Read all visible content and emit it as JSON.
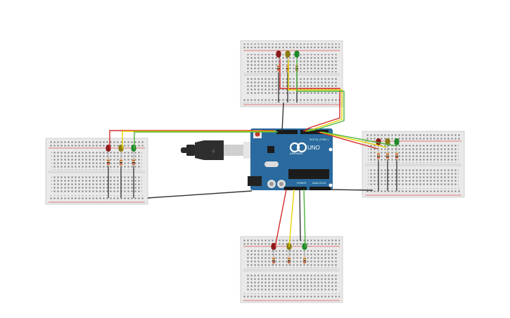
{
  "app": "Circuit simulator workspace",
  "arduino": {
    "brand": "ARDUINO",
    "model": "UNO",
    "header_digital": "DIGITAL (PWM~)",
    "header_power": "POWER",
    "header_analog": "ANALOG IN",
    "color": "#2a6a9e"
  },
  "colors": {
    "red_led": "#8b1a1a",
    "yellow_led": "#8a7a10",
    "green_led": "#1f8a2a",
    "wire_red": "#d42a2a",
    "wire_yellow": "#e8d400",
    "wire_green": "#4cb43a",
    "wire_black": "#333333",
    "breadboard": "#e9e9e9",
    "rail_red": "#d9534f"
  },
  "breadboards": [
    {
      "id": "north",
      "leds": [
        "red",
        "yellow",
        "green"
      ]
    },
    {
      "id": "west",
      "leds": [
        "red",
        "yellow",
        "green"
      ]
    },
    {
      "id": "east",
      "leds": [
        "red",
        "yellow",
        "green"
      ]
    },
    {
      "id": "south",
      "leds": [
        "red",
        "yellow",
        "green"
      ]
    }
  ],
  "usb_cable": "USB-B cable"
}
